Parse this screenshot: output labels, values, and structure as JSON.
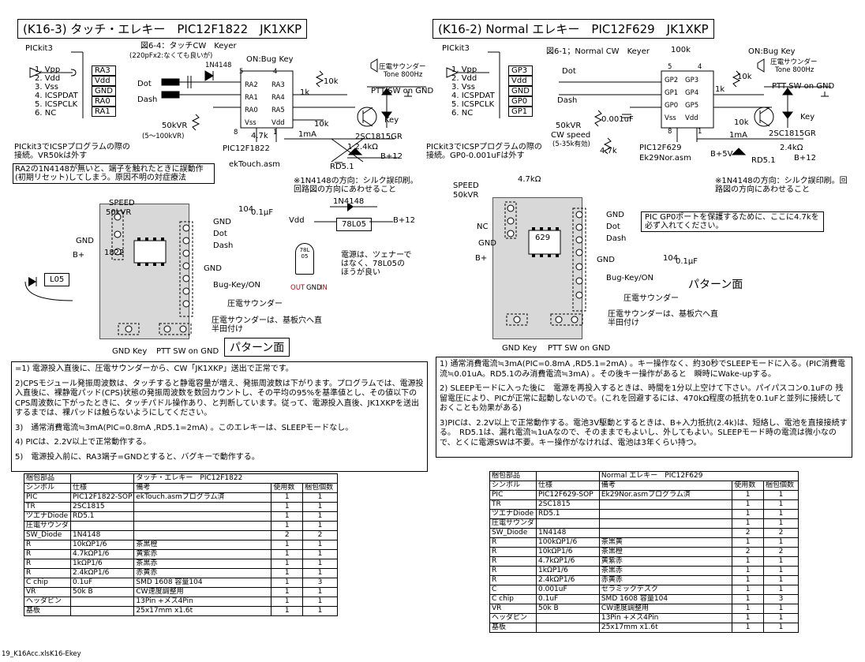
{
  "left": {
    "title": "(K16-3) タッチ・エレキー　PIC12F1822　JK1XKP",
    "pickit_label": "PICkit3",
    "pickit_pins": [
      "1. Vpp",
      "2. Vdd",
      "3. Vss",
      "4. ICSPDAT",
      "5. ICSPCLK",
      "6. NC"
    ],
    "pickit_nets": [
      "RA3",
      "Vdd",
      "GND",
      "RA0",
      "RA1"
    ],
    "fig_label": "図6-4：タッチCW　Keyer",
    "fig_note": "(220pFx2:なくても良いが)",
    "diode_label": "1N4148",
    "bug_label": "ON:Bug Key",
    "buzzer_label": "圧電サウンダー",
    "tone_label": "Tone 800Hz",
    "r10k": "10k",
    "r1k": "1k",
    "ptt_label": "PTT SW on GND",
    "key_label": "Key",
    "dot_label": "Dot",
    "dash_label": "Dash",
    "vr_label": "50kVR",
    "vr_range": "(5～100kVR)",
    "ic_pins_left": [
      "RA2",
      "RA1",
      "RA0",
      "Vss"
    ],
    "ic_pins_right": [
      "RA3",
      "RA4",
      "RA5",
      "Vdd"
    ],
    "ic_name": "PIC12F1822",
    "asm_label": "ekTouch.asm",
    "r47k": "4.7k",
    "ma_label": "1mA",
    "tr_label": "2SC1815GR",
    "r24k": "1 2.4kΩ",
    "b12_label": "B+12",
    "rd_label": "RD5.1",
    "r10k_b": "10k",
    "pin5": "5",
    "pin4": "4",
    "pin8": "8",
    "pin1": "1",
    "prog_note": "PICkit3でICSPプログラムの際の接続。VR50kは外す",
    "boxed_note": "RA2の1N4148が無いと、端子を触れたときに誤動作(初期リセット)してしまう。原因不明の対症療法",
    "silk_note": "※1N4148の方向：シルク誤印刷。回路図の方向にあわせること",
    "pcb_speed": "SPEED",
    "pcb_vr": "50kVR",
    "pcb_gnd": "GND",
    "pcb_bplus": "B+",
    "pcb_l05": "L05",
    "pcb_ic": "1822",
    "pcb_cap": "0.1μF",
    "pcb_cap_code": "104",
    "pcb_right_labels": [
      "GND",
      "Dot",
      "Dash",
      "GND",
      "Bug-Key/ON"
    ],
    "pcb_buzzer": "圧電サウンダー",
    "pcb_buzzer_note": "圧電サウンダーは、基板穴へ直\n半田付け",
    "pcb_bottom": [
      "GND Key",
      "PTT SW on GND"
    ],
    "pattern_label": "パターン面",
    "reg_diode": "1N4148",
    "reg_vdd": "Vdd",
    "reg_b12": "B+12",
    "reg_ic": "78L05",
    "reg_note": "電源は、ツェナーではなく、78L05のほうが良い",
    "reg_pin_labels": [
      "OUT",
      "GND",
      "IN"
    ],
    "reg_pkg": "78L 05",
    "notes": [
      "=1) 電源投入直後に、圧電サウンダーから、CW「JK1XKP」送出で正常です。",
      "2)CPSモジュール発振周波数は、タッチすると静電容量が増え、発振周波数は下がります。プログラムでは、電源投入直後に、裸静電パッド(CPS)状態の発振周波数を数回カウントし、その平均の95%を基準値とし、その値以下のCPS周波数に下がったときに、タッチパドル操作あり、と判断しています。従って、電源投入直後、JK1XKPを送出するまでは、裸パッドは触らないようにしてください。",
      "3)　通常消費電流≒3mA(PIC=0.8mA ,RD5.1=2mA) 。このエレキーは、SLEEPモードなし。",
      "4) PICは、2.2V以上で正常動作する。",
      "5)　電源投入前に、RA3端子=GNDとすると、バグキーで動作する。"
    ],
    "bom_caption": "梱包部品",
    "bom_title": "タッチ・エレキー　PIC12F1822",
    "bom_headers": [
      "シンボル",
      "仕様",
      "備考",
      "使用数",
      "梱包個数"
    ],
    "bom_rows": [
      [
        "PIC",
        "PIC12F1822-SOP",
        "ekTouch.asmプログラム済",
        "1",
        "1"
      ],
      [
        "TR",
        "2SC1815",
        "",
        "1",
        "1"
      ],
      [
        "ツエナDiode",
        "RD5.1",
        "",
        "1",
        "1"
      ],
      [
        "圧電サウンダ",
        "",
        "",
        "1",
        "1"
      ],
      [
        "SW_Diode",
        "1N4148",
        "",
        "2",
        "2"
      ],
      [
        "R",
        "10kΩP1/6",
        "茶黒橙",
        "1",
        "1"
      ],
      [
        "R",
        "4.7kΩP1/6",
        "黄紫赤",
        "1",
        "1"
      ],
      [
        "R",
        "1kΩP1/6",
        "茶黒赤",
        "1",
        "1"
      ],
      [
        "R",
        "2.4kΩP1/6",
        "赤黄赤",
        "1",
        "1"
      ],
      [
        "C chip",
        "0.1uF",
        "SMD 1608 容量104",
        "1",
        "3"
      ],
      [
        "VR",
        "50k B",
        "CW速度調整用",
        "1",
        "1"
      ],
      [
        "ヘッダピン",
        "",
        "13Pin +メス4Pin",
        "1",
        "1"
      ],
      [
        "基板",
        "",
        "25x17mm x1.6t",
        "1",
        "1"
      ]
    ]
  },
  "right": {
    "title": "(K16-2) Normal エレキー　PIC12F629　JK1XKP",
    "pickit_label": "PICkit3",
    "pickit_pins": [
      "1. Vpp",
      "2. Vdd",
      "3. Vss",
      "4. ICSPDAT",
      "5. ICSPCLK",
      "6. NC"
    ],
    "pickit_nets": [
      "GP3",
      "Vdd",
      "GND",
      "GP0",
      "GP1"
    ],
    "fig_label": "図6-1；Normal CW　Keyer",
    "r100k": "100k",
    "bug_label": "ON:Bug Key",
    "buzzer_label": "圧電サウンダー",
    "tone_label": "Tone 800Hz",
    "r10k": "10k",
    "r1k": "1k",
    "ptt_label": "PTT SW on GND",
    "key_label": "Key",
    "dot_label": "Dot",
    "dash_label": "Dash",
    "c001": "0.001uF",
    "vr_label": "50kVR",
    "vr_sub": "CW speed",
    "vr_range": "(5-35k有効)",
    "r47k": "4.7k",
    "ic_pins_left": [
      "GP2",
      "GP1",
      "GP0",
      "Vss"
    ],
    "ic_pins_right": [
      "GP3",
      "GP4",
      "GP5",
      "Vdd"
    ],
    "ic_name": "PIC12F629",
    "asm_label": "Ek29Nor.asm",
    "ma_label": "1mA",
    "tr_label": "2SC1815GR",
    "b5v": "B+5V",
    "rd_label": "RD5.1",
    "r24k": "2.4kΩ",
    "b12_label": "B+12",
    "r10k_b": "10k",
    "pin5": "5",
    "pin4": "4",
    "pin8": "8",
    "pin1": "1",
    "prog_note": "PICkit3でICSPプログラムの際の接続。GP0-0.001uFは外す",
    "silk_note": "※1N4148の方向：シルク誤印刷。回路図の方向にあわせること",
    "pcb_speed": "SPEED",
    "pcb_vr": "50kVR",
    "pcb_r47k": "4.7kΩ",
    "pcb_nc": "NC",
    "pcb_gnd": "GND",
    "pcb_bplus": "B+",
    "pcb_ic": "629",
    "pcb_right_labels": [
      "GND",
      "Dot",
      "Dash",
      "GND",
      "Bug-Key/ON"
    ],
    "protect_note": "PIC GP0ポートを保護するために、ここに4.7kを必ず入れてください。",
    "pcb_cap": "0.1μF",
    "pcb_cap_code": "104",
    "pattern_label": "パターン面",
    "pcb_buzzer": "圧電サウンダー",
    "pcb_buzzer_note": "圧電サウンダーは、基板穴へ直\n半田付け",
    "pcb_bottom": [
      "GND Key",
      "PTT SW on GND"
    ],
    "notes": [
      "1) 通常消費電流≒3mA(PIC=0.8mA ,RD5.1=2mA) 。キー操作なく、約30秒でSLEEPモードに入る。(PIC消費電流≒0.01uA。RD5.1のみ消費電流≒3mA) 。その後キー操作があると　瞬時にWake-upする。",
      "2) SLEEPモードに入った後に　電源を再投入するときは、時間を1分以上空けて下さい。パイパスコン0.1uFの 残留電圧により、PICが正常に起動しないので。(これを回避するには、470kΩ程度の抵抗を0.1uFと並列に接続しておくことも効果がある)",
      "3)PICは、2.2V以上で正常動作する。電池3V駆動とするときは、B+入力抵抗(2.4k)は、短絡し、電池を直接接続する。　RD5.1は、漏れ電流≒1uAなので、そのままでもよいし、外してもよい。SLEEPモード時の電流は微小なので、とくに電源SWは不要。キー操作がなければ、電池は3年くらい持つ。"
    ],
    "bom_caption": "梱包部品",
    "bom_title": "Normal エレキー　PIC12F629",
    "bom_headers": [
      "シンボル",
      "仕様",
      "備考",
      "使用数",
      "梱包個数"
    ],
    "bom_rows": [
      [
        "PIC",
        "PIC12F629-SOP",
        "Ek29Nor.asmプログラム済",
        "1",
        "1"
      ],
      [
        "TR",
        "2SC1815",
        "",
        "1",
        "1"
      ],
      [
        "ツエナDiode",
        "RD5.1",
        "",
        "1",
        "1"
      ],
      [
        "圧電サウンダ",
        "",
        "",
        "1",
        "1"
      ],
      [
        "SW_Diode",
        "1N4148",
        "",
        "2",
        "2"
      ],
      [
        "R",
        "100kΩP1/6",
        "茶黒黄",
        "1",
        "1"
      ],
      [
        "R",
        "10kΩP1/6",
        "茶黒橙",
        "2",
        "2"
      ],
      [
        "R",
        "4.7kΩP1/6",
        "黄紫赤",
        "1",
        "1"
      ],
      [
        "R",
        "1kΩP1/6",
        "茶黒赤",
        "1",
        "1"
      ],
      [
        "R",
        "2.4kΩP1/6",
        "赤黄赤",
        "1",
        "1"
      ],
      [
        "C",
        "0.001uF",
        "セラミックデスク",
        "1",
        "1"
      ],
      [
        "C chip",
        "0.1uF",
        "SMD 1608 容量104",
        "1",
        "3"
      ],
      [
        "VR",
        "50k B",
        "CW速度調整用",
        "1",
        "1"
      ],
      [
        "ヘッダピン",
        "",
        "13Pin +メス4Pin",
        "1",
        "1"
      ],
      [
        "基板",
        "",
        "25x17mm x1.6t",
        "1",
        "1"
      ]
    ]
  },
  "footer": "19_K16Acc.xlsK16-Ekey"
}
